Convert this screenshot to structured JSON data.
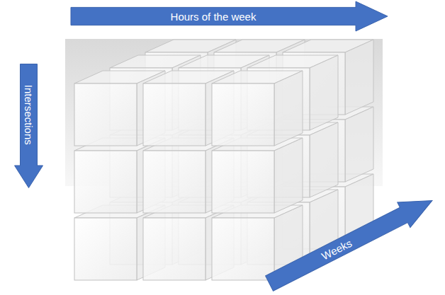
{
  "diagram": {
    "nodes": [
      {
        "text": [
          "Hours of the week"
        ]
      },
      {
        "text": [
          "Intersections"
        ]
      },
      {
        "text": [
          "Weeks"
        ]
      }
    ]
  }
}
